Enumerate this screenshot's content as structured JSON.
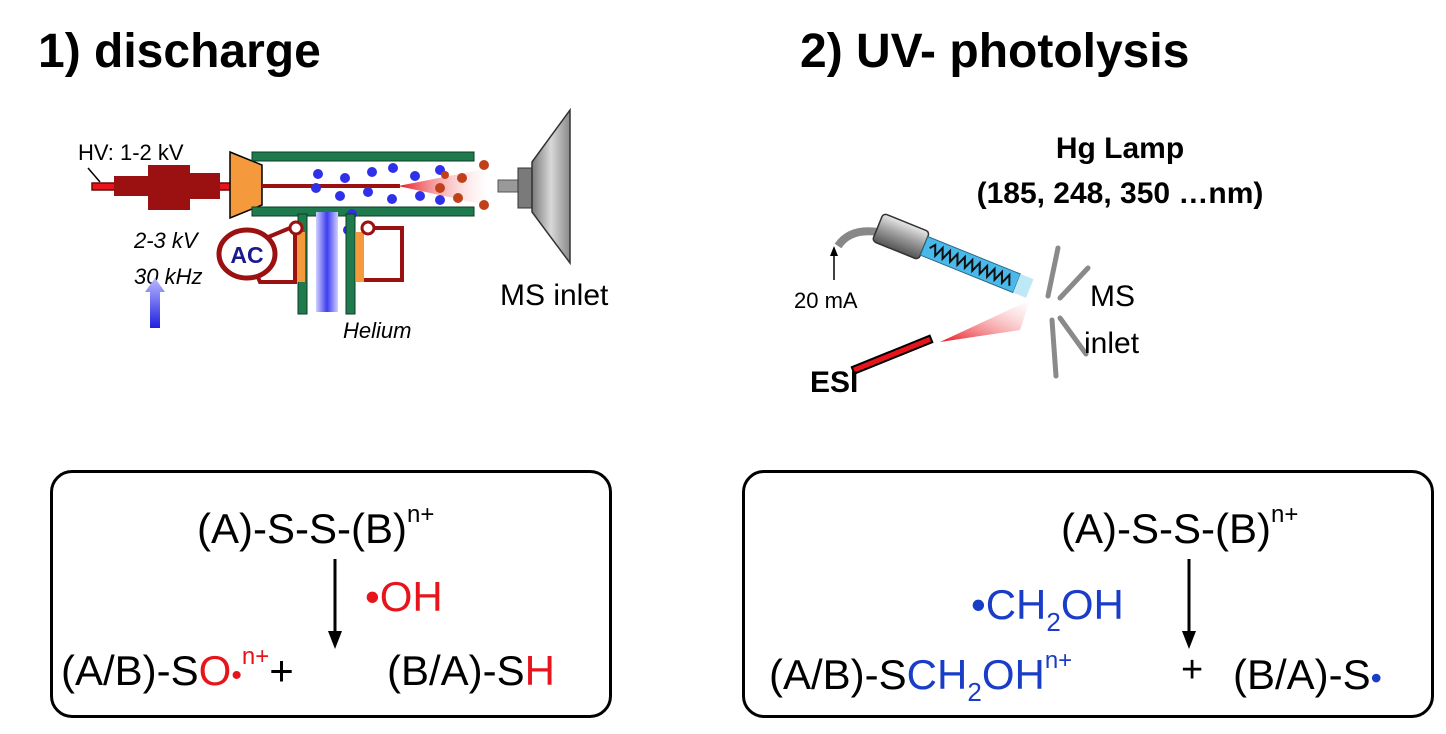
{
  "left": {
    "title": "1) discharge",
    "hv_label": "HV: 1-2 kV",
    "ac_label": "AC",
    "ac_voltage": "2-3 kV",
    "ac_freq": "30 kHz",
    "helium_label": "Helium",
    "ms_inlet": "MS inlet",
    "reaction": {
      "reactant": "(A)-S-S-(B)",
      "reactant_charge": "n+",
      "reagent": "•OH",
      "product1_prefix": "(A/B)-S",
      "product1_O": "O",
      "product1_dot": "•",
      "product1_charge": "n+",
      "plus": "+",
      "product2_prefix": "(B/A)-S",
      "product2_H": "H"
    }
  },
  "right": {
    "title": "2) UV- photolysis",
    "lamp_title": "Hg Lamp",
    "lamp_wavelengths": "(185, 248, 350 …nm)",
    "current": "20 mA",
    "esi": "ESI",
    "ms": "MS",
    "inlet": "inlet",
    "reaction": {
      "reactant": "(A)-S-S-(B)",
      "reactant_charge": "n+",
      "reagent_pre": "•CH",
      "reagent_sub": "2",
      "reagent_post": "OH",
      "product1_prefix": "(A/B)-S",
      "product1_ch": "CH",
      "product1_sub": "2",
      "product1_oh": "OH",
      "product1_charge": "n+",
      "plus": "+",
      "product2_prefix": "(B/A)-S",
      "product2_dot": "•"
    }
  },
  "colors": {
    "red": "#e8141c",
    "blue": "#1a3dc8",
    "darkred": "#9b1010",
    "green": "#1f7a4d",
    "orange": "#f59a3c"
  }
}
